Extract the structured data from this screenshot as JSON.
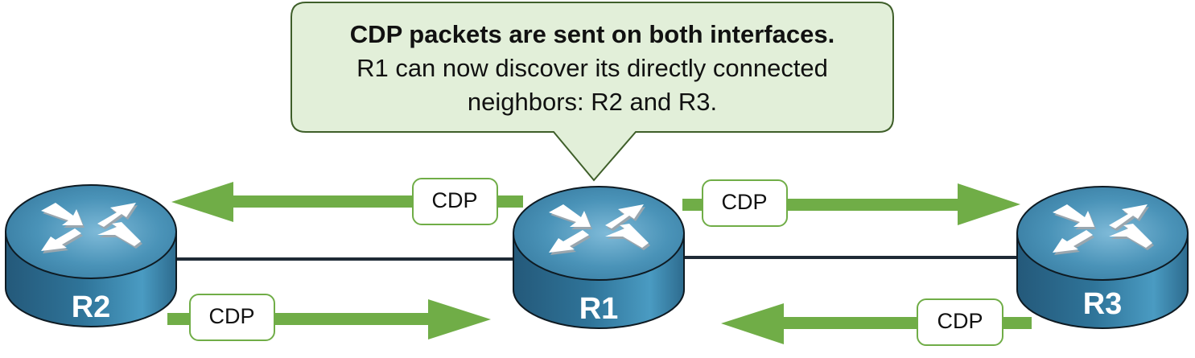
{
  "callout": {
    "title": "CDP packets are sent on both interfaces.",
    "line1": "R1 can now discover its directly connected",
    "line2": "neighbors: R2 and R3."
  },
  "routers": [
    {
      "id": "R2",
      "label": "R2"
    },
    {
      "id": "R1",
      "label": "R1"
    },
    {
      "id": "R3",
      "label": "R3"
    }
  ],
  "links": [
    {
      "from": "R2",
      "to": "R1"
    },
    {
      "from": "R1",
      "to": "R3"
    }
  ],
  "packets": [
    {
      "label": "CDP",
      "from": "R1",
      "to": "R2"
    },
    {
      "label": "CDP",
      "from": "R1",
      "to": "R3"
    },
    {
      "label": "CDP",
      "from": "R2",
      "to": "R1"
    },
    {
      "label": "CDP",
      "from": "R3",
      "to": "R1"
    }
  ],
  "colors": {
    "callout_fill": "#e2efd9",
    "callout_border": "#3f5f2a",
    "arrow": "#70ad47",
    "label_border": "#70ad47",
    "link": "#1f2a36",
    "router_top": "#4a93b8",
    "router_side": "#2f6f92"
  }
}
